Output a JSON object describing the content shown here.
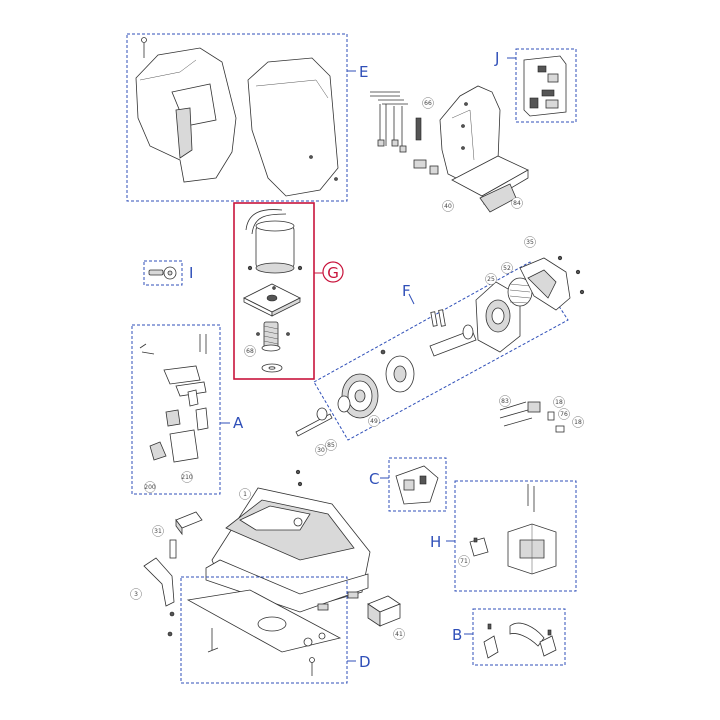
{
  "groups": {
    "A": "A",
    "B": "B",
    "C": "C",
    "D": "D",
    "E": "E",
    "F": "F",
    "G": "G",
    "H": "H",
    "I": "I",
    "J": "J"
  },
  "part_numbers": {
    "p1": "1",
    "p3": "3",
    "p18a": "18",
    "p18b": "18",
    "p25": "25",
    "p30": "30",
    "p31": "31",
    "p35": "35",
    "p40": "40",
    "p41": "41",
    "p49": "49",
    "p52": "52",
    "p66": "66",
    "p68": "68",
    "p71": "71",
    "p76": "76",
    "p83": "83",
    "p84": "84",
    "p85": "85",
    "p200": "200",
    "p210": "210"
  },
  "colors": {
    "group_outline": "#2f4fb8",
    "highlight": "#c8143c"
  }
}
